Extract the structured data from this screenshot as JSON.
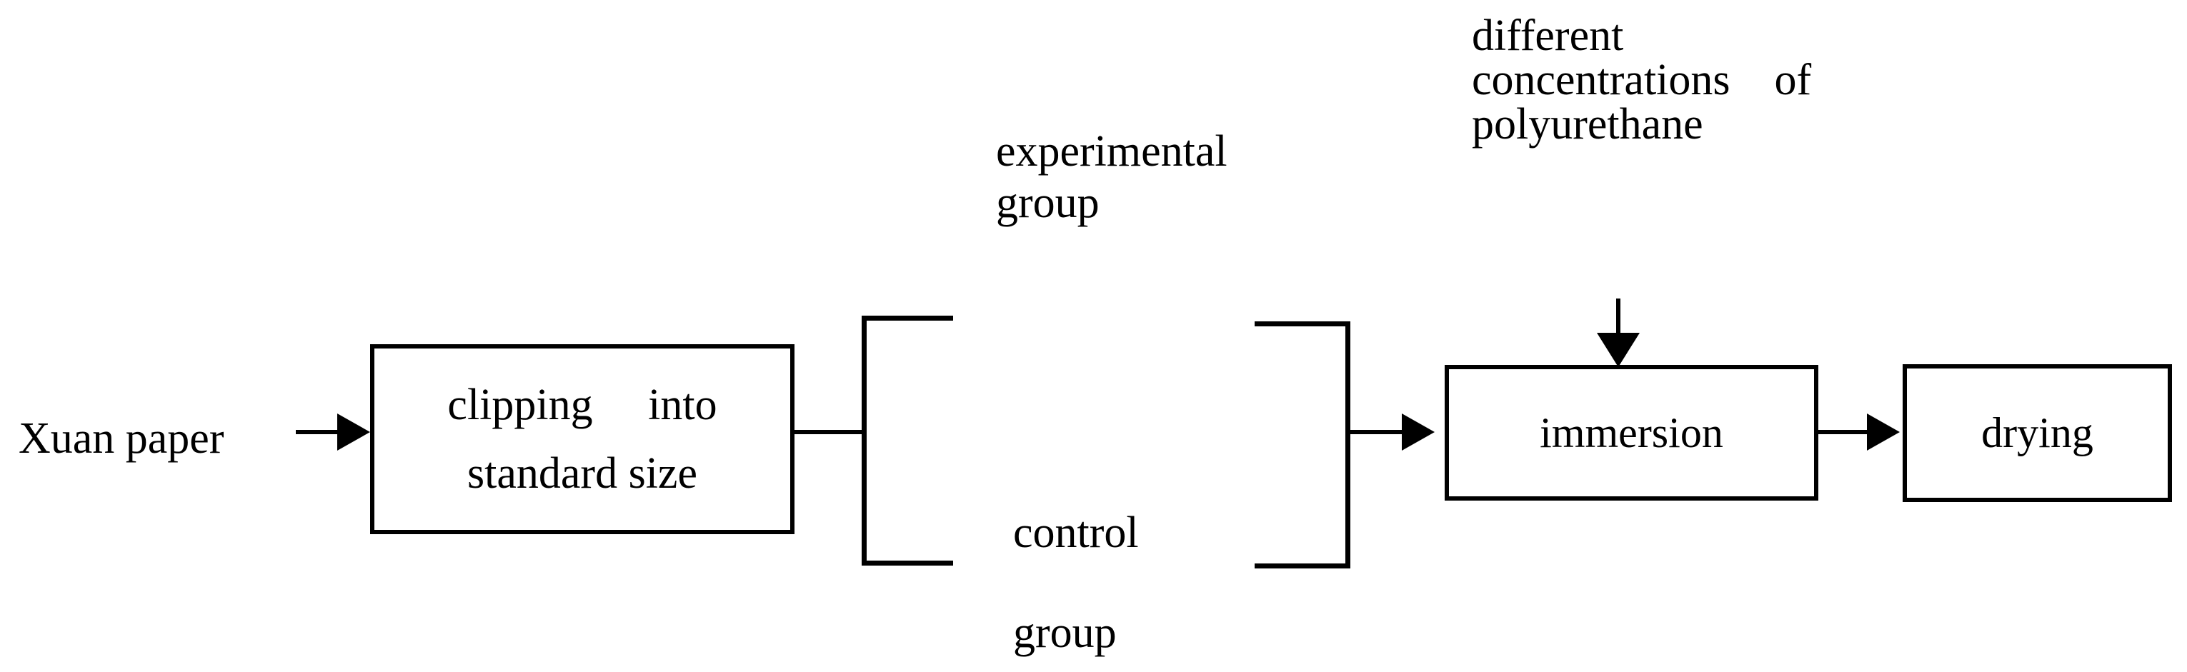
{
  "diagram": {
    "title": "Xuan paper polyurethane treatment process flow",
    "background_color": "#ffffff",
    "stroke_color": "#000000",
    "input_label": "Xuan paper",
    "boxes": [
      {
        "name": "clipping",
        "lines": [
          "clipping     into",
          "standard size"
        ]
      },
      {
        "name": "immersion",
        "lines": [
          "immersion"
        ]
      },
      {
        "name": "drying",
        "lines": [
          "drying"
        ]
      }
    ],
    "branches": [
      {
        "name": "experimental",
        "lines": [
          "experimental",
          "group"
        ]
      },
      {
        "name": "control",
        "lines": [
          "control",
          "group"
        ]
      }
    ],
    "reagent_note": {
      "lines": [
        "different",
        "concentrations    of",
        "polyurethane"
      ]
    },
    "connectors": [
      {
        "name": "input-arrow",
        "kind": "arrow-right"
      },
      {
        "name": "clipping-to-bracket",
        "kind": "line"
      },
      {
        "name": "bracket-open",
        "kind": "bracket-left"
      },
      {
        "name": "bracket-close",
        "kind": "bracket-right"
      },
      {
        "name": "bracket-to-immersion-arrow",
        "kind": "arrow-right"
      },
      {
        "name": "reagent-to-immersion-arrow",
        "kind": "arrow-down"
      },
      {
        "name": "immersion-to-drying-arrow",
        "kind": "arrow-right"
      }
    ]
  }
}
